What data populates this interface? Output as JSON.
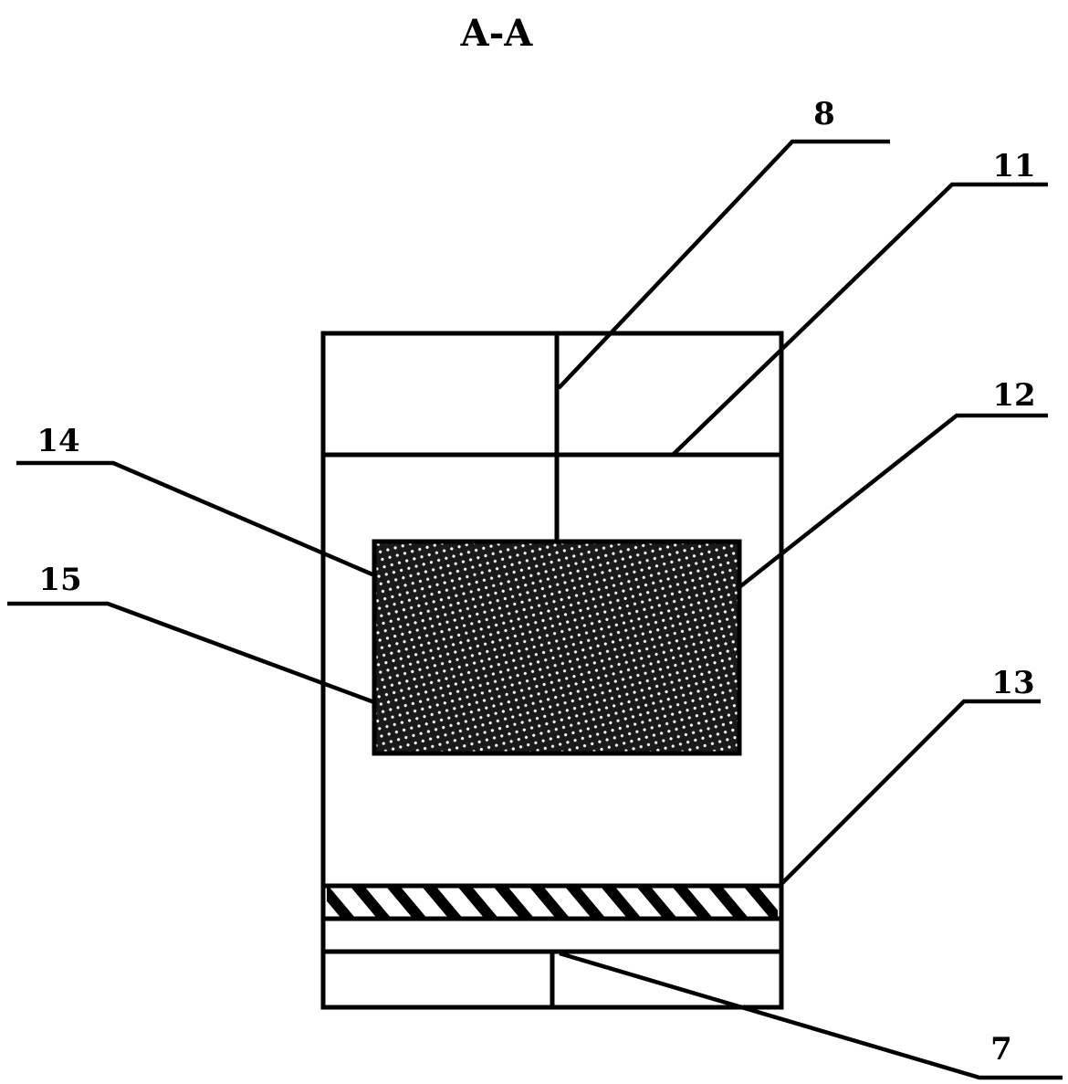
{
  "drawing": {
    "title": "A-A",
    "labels": {
      "l8": "8",
      "l11": "11",
      "l12": "12",
      "l13": "13",
      "l14": "14",
      "l15": "15",
      "l7": "7"
    }
  }
}
